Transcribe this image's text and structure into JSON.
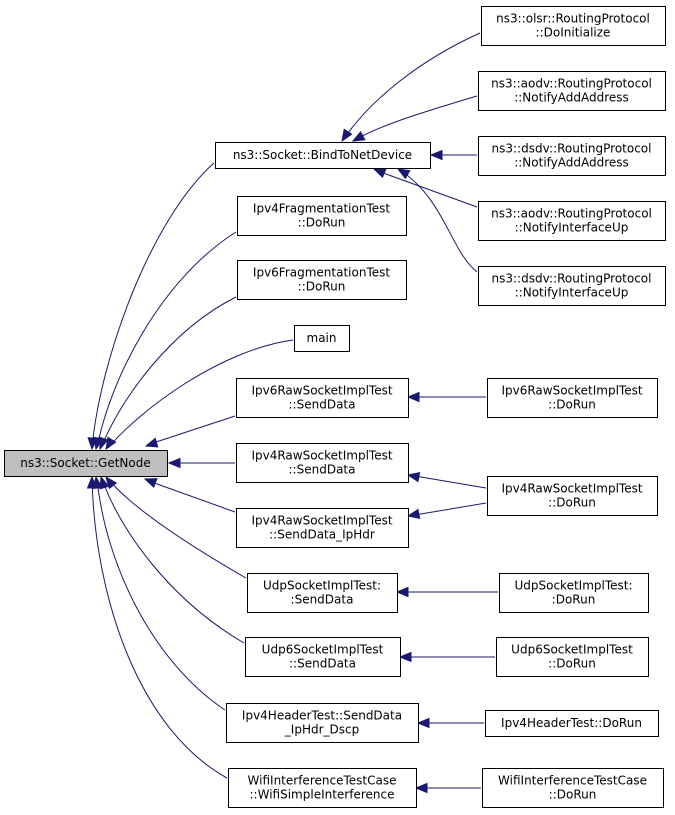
{
  "graph": {
    "title": "",
    "colors": {
      "edge": "#191970",
      "root_fill": "#bfbfbf",
      "node_fill": "#ffffff",
      "border": "#000000"
    },
    "nodes": [
      {
        "id": "getnode",
        "lines": [
          "ns3::Socket::GetNode"
        ],
        "root": true
      },
      {
        "id": "bind",
        "lines": [
          "ns3::Socket::BindToNetDevice"
        ]
      },
      {
        "id": "ipv4frag",
        "lines": [
          "Ipv4FragmentationTest",
          "::DoRun"
        ]
      },
      {
        "id": "ipv6frag",
        "lines": [
          "Ipv6FragmentationTest",
          "::DoRun"
        ]
      },
      {
        "id": "main",
        "lines": [
          "main"
        ]
      },
      {
        "id": "ipv6raw_send",
        "lines": [
          "Ipv6RawSocketImplTest",
          "::SendData"
        ]
      },
      {
        "id": "ipv4raw_send",
        "lines": [
          "Ipv4RawSocketImplTest",
          "::SendData"
        ]
      },
      {
        "id": "ipv4raw_sendhdr",
        "lines": [
          "Ipv4RawSocketImplTest",
          "::SendData_IpHdr"
        ]
      },
      {
        "id": "udp_send",
        "lines": [
          "UdpSocketImplTest:",
          ":SendData"
        ]
      },
      {
        "id": "udp6_send",
        "lines": [
          "Udp6SocketImplTest",
          "::SendData"
        ]
      },
      {
        "id": "ipv4hdr_send",
        "lines": [
          "Ipv4HeaderTest::SendData",
          "_IpHdr_Dscp"
        ]
      },
      {
        "id": "wifi_simple",
        "lines": [
          "WifiInterferenceTestCase",
          "::WifiSimpleInterference"
        ]
      },
      {
        "id": "olsr_init",
        "lines": [
          "ns3::olsr::RoutingProtocol",
          "::DoInitialize"
        ]
      },
      {
        "id": "aodv_addaddr",
        "lines": [
          "ns3::aodv::RoutingProtocol",
          "::NotifyAddAddress"
        ]
      },
      {
        "id": "dsdv_addaddr",
        "lines": [
          "ns3::dsdv::RoutingProtocol",
          "::NotifyAddAddress"
        ]
      },
      {
        "id": "aodv_ifup",
        "lines": [
          "ns3::aodv::RoutingProtocol",
          "::NotifyInterfaceUp"
        ]
      },
      {
        "id": "dsdv_ifup",
        "lines": [
          "ns3::dsdv::RoutingProtocol",
          "::NotifyInterfaceUp"
        ]
      },
      {
        "id": "ipv6raw_run",
        "lines": [
          "Ipv6RawSocketImplTest",
          "::DoRun"
        ]
      },
      {
        "id": "ipv4raw_run",
        "lines": [
          "Ipv4RawSocketImplTest",
          "::DoRun"
        ]
      },
      {
        "id": "udp_run",
        "lines": [
          "UdpSocketImplTest:",
          ":DoRun"
        ]
      },
      {
        "id": "udp6_run",
        "lines": [
          "Udp6SocketImplTest",
          "::DoRun"
        ]
      },
      {
        "id": "ipv4hdr_run",
        "lines": [
          "Ipv4HeaderTest::DoRun"
        ]
      },
      {
        "id": "wifi_run",
        "lines": [
          "WifiInterferenceTestCase",
          "::DoRun"
        ]
      }
    ],
    "edges": [
      {
        "from": "bind",
        "to": "getnode"
      },
      {
        "from": "ipv4frag",
        "to": "getnode"
      },
      {
        "from": "ipv6frag",
        "to": "getnode"
      },
      {
        "from": "main",
        "to": "getnode"
      },
      {
        "from": "ipv6raw_send",
        "to": "getnode"
      },
      {
        "from": "ipv4raw_send",
        "to": "getnode"
      },
      {
        "from": "ipv4raw_sendhdr",
        "to": "getnode"
      },
      {
        "from": "udp_send",
        "to": "getnode"
      },
      {
        "from": "udp6_send",
        "to": "getnode"
      },
      {
        "from": "ipv4hdr_send",
        "to": "getnode"
      },
      {
        "from": "wifi_simple",
        "to": "getnode"
      },
      {
        "from": "olsr_init",
        "to": "bind"
      },
      {
        "from": "aodv_addaddr",
        "to": "bind"
      },
      {
        "from": "dsdv_addaddr",
        "to": "bind"
      },
      {
        "from": "aodv_ifup",
        "to": "bind"
      },
      {
        "from": "dsdv_ifup",
        "to": "bind"
      },
      {
        "from": "ipv6raw_run",
        "to": "ipv6raw_send"
      },
      {
        "from": "ipv4raw_run",
        "to": "ipv4raw_send"
      },
      {
        "from": "ipv4raw_run",
        "to": "ipv4raw_sendhdr"
      },
      {
        "from": "udp_run",
        "to": "udp_send"
      },
      {
        "from": "udp6_run",
        "to": "udp6_send"
      },
      {
        "from": "ipv4hdr_run",
        "to": "ipv4hdr_send"
      },
      {
        "from": "wifi_run",
        "to": "wifi_simple"
      }
    ]
  }
}
